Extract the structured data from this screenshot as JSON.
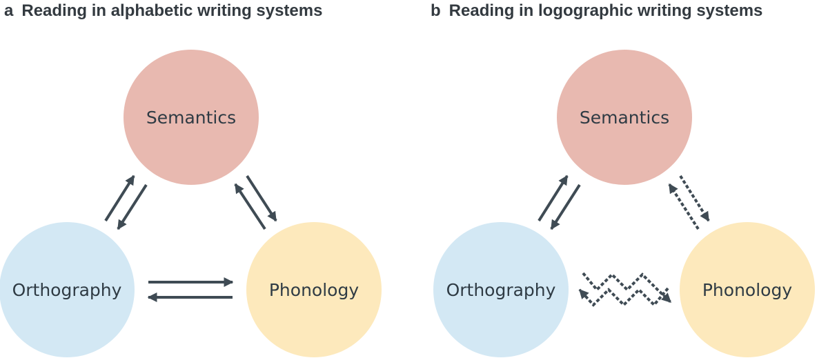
{
  "panels": [
    {
      "letter": "a",
      "title": "Reading in alphabetic writing systems",
      "nodes": {
        "semantics": "Semantics",
        "orthography": "Orthography",
        "phonology": "Phonology"
      },
      "links": {
        "orthography_semantics": "solid",
        "semantics_phonology": "solid",
        "orthography_phonology": "solid"
      }
    },
    {
      "letter": "b",
      "title": "Reading in logographic writing systems",
      "nodes": {
        "semantics": "Semantics",
        "orthography": "Orthography",
        "phonology": "Phonology"
      },
      "links": {
        "orthography_semantics": "solid",
        "semantics_phonology": "dashed",
        "orthography_phonology": "dashed-zigzag"
      }
    }
  ],
  "colors": {
    "semantics": "#e8b9b0",
    "orthography": "#d3e8f4",
    "phonology": "#fde9bc",
    "arrow": "#3f4b54"
  }
}
